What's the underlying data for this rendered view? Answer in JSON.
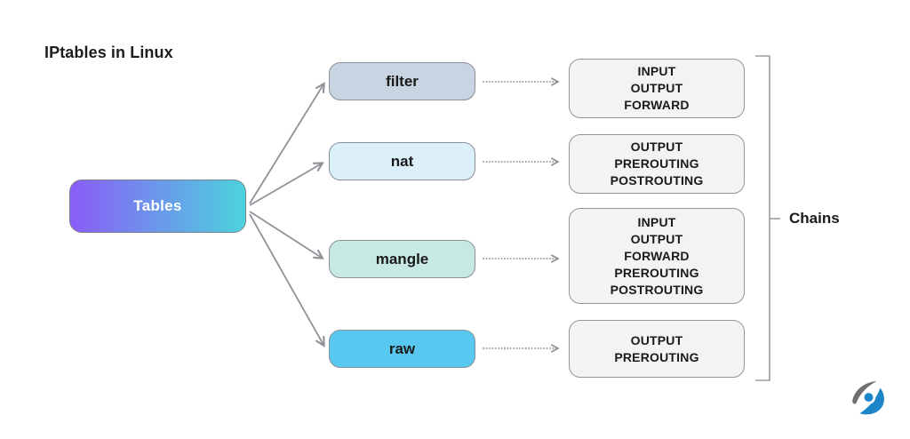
{
  "title": "IPtables in Linux",
  "root_node": {
    "label": "Tables",
    "gradient_from": "#8a5cf7",
    "gradient_to": "#4cd3dd",
    "text_color": "#ffffff"
  },
  "tables": [
    {
      "label": "filter",
      "fill": "#c9d4e2",
      "chains": [
        "INPUT",
        "OUTPUT",
        "FORWARD"
      ]
    },
    {
      "label": "nat",
      "fill": "#dcf0f9",
      "chains": [
        "OUTPUT",
        "PREROUTING",
        "POSTROUTING"
      ]
    },
    {
      "label": "mangle",
      "fill": "#c7e9e3",
      "chains": [
        "INPUT",
        "OUTPUT",
        "FORWARD",
        "PREROUTING",
        "POSTROUTING"
      ]
    },
    {
      "label": "raw",
      "fill": "#59c8f1",
      "chains": [
        "OUTPUT",
        "PREROUTING"
      ]
    }
  ],
  "bracket_label": "Chains",
  "colors": {
    "connector_gray": "#8f9298",
    "node_border": "#8a9098",
    "chain_box_fill": "#f3f3f3",
    "title_text": "#1c1c1c",
    "logo_gray": "#6f6f6f",
    "logo_blue": "#1d86c8"
  }
}
